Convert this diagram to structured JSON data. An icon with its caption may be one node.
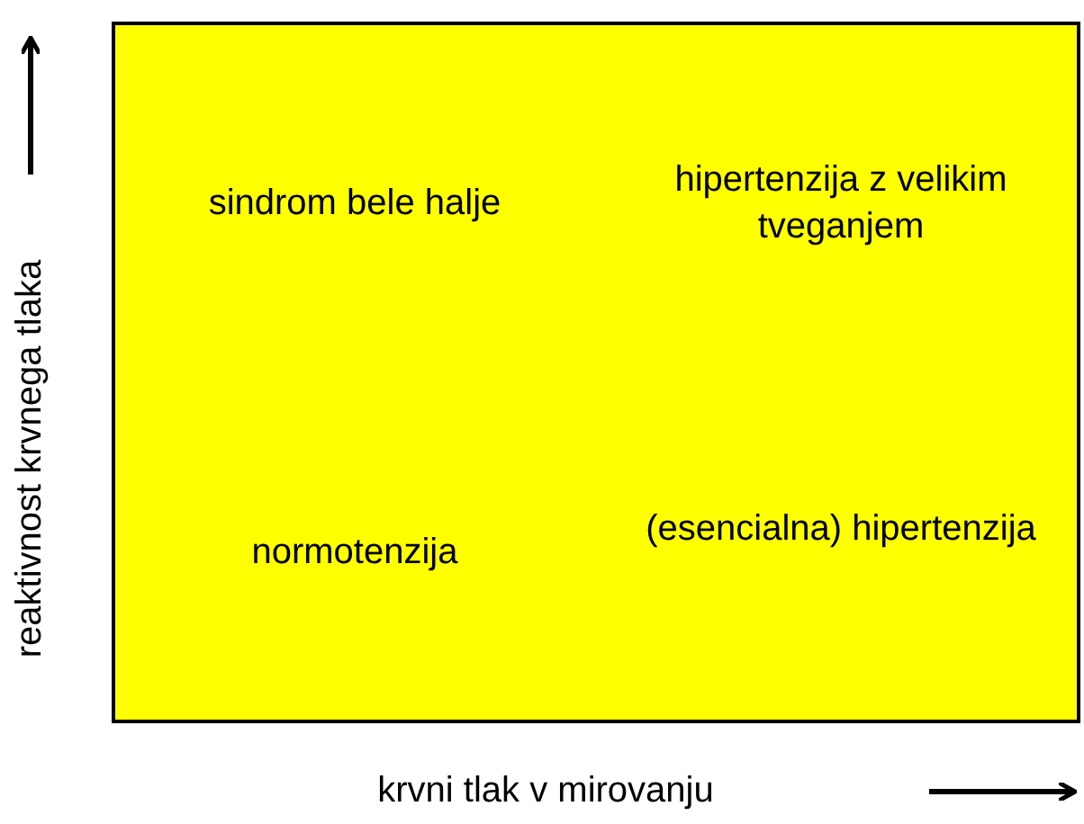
{
  "diagram": {
    "labels": [
      "sindrom bele halje",
      "hipertenzija z velikim tveganjem",
      "normotenzija",
      "(esencialna) hipertenzija",
      "reaktivnost krvnega tlaka",
      "krvni tlak v mirovanju"
    ]
  }
}
